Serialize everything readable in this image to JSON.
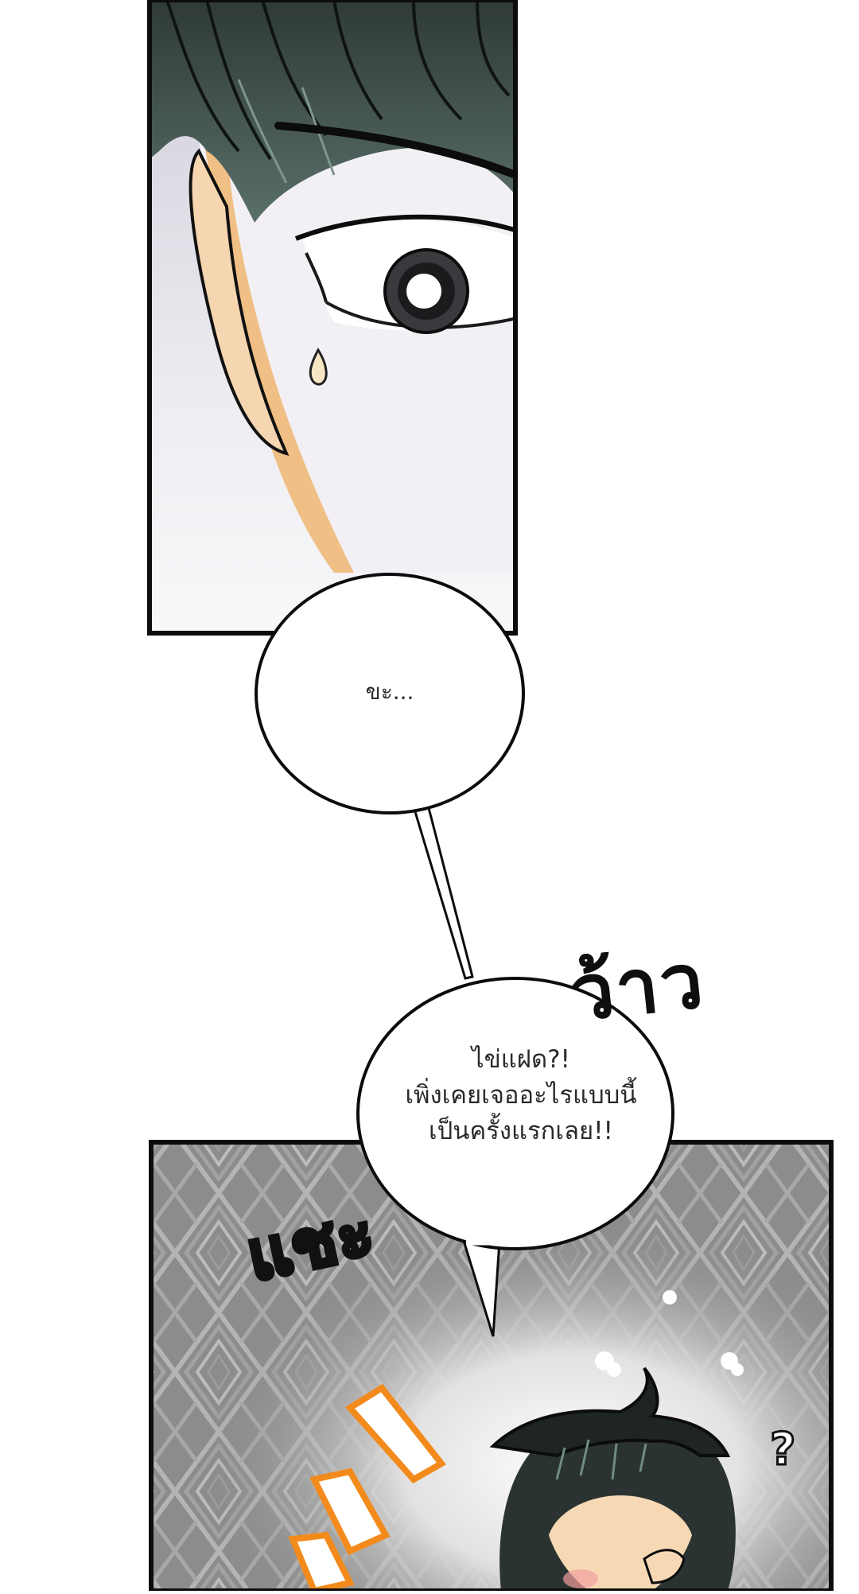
{
  "bubbles": {
    "first": {
      "text": "ขะ..."
    },
    "second": {
      "lines": [
        "ไข่แฝด?!",
        "เพิ่งเคยเจออะไรแบบนี้",
        "เป็นครั้งแรกเลย!!"
      ]
    }
  },
  "sfx": {
    "waow": "ว้าว",
    "chae": "แชะ",
    "question": "?"
  },
  "colors": {
    "hair": "#3e4f4a",
    "skin": "#f6d9b4",
    "skin_shadow": "#efb97e",
    "panel_bg_top": "#d2d0d9",
    "pattern_bg": "#8f8f8f",
    "accent_orange": "#f28b1c"
  }
}
